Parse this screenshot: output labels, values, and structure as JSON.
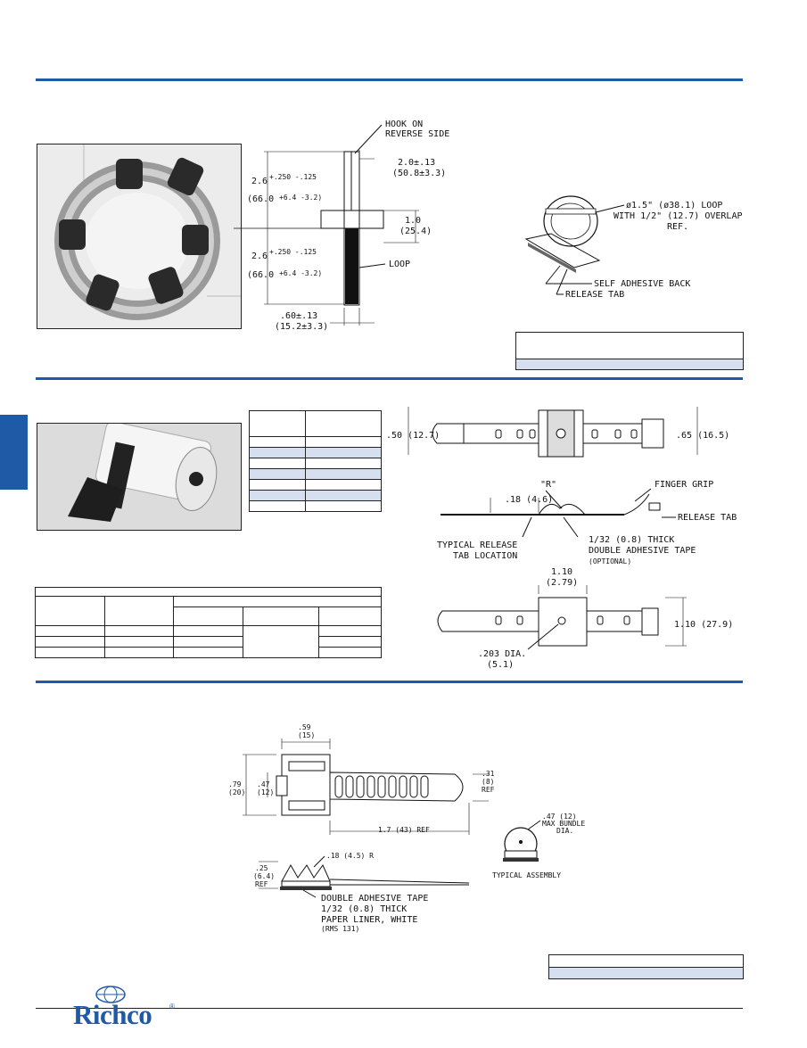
{
  "brand": {
    "name": "Richco",
    "reg_mark": "®",
    "color": "#1f5aa6"
  },
  "section1": {
    "callouts": {
      "hook_on": "HOOK ON",
      "reverse_side": "REVERSE SIDE",
      "width_top": "2.0±.13",
      "width_top_mm": "(50.8±3.3)",
      "len_upper": "2.6",
      "len_upper_tol": "+.250 -.125",
      "len_upper_mm": "(66.0",
      "len_upper_mm_tol": "+6.4 -3.2)",
      "len_lower": "2.6",
      "len_lower_tol": "+.250 -.125",
      "len_lower_mm": "(66.0",
      "len_lower_mm_tol": "+6.4 -3.2)",
      "center_h": "1.0",
      "center_h_mm": "(25.4)",
      "loop": "LOOP",
      "width_bottom": ".60±.13",
      "width_bottom_mm": "(15.2±3.3)",
      "loop_dia": "ø1.5\" (ø38.1) LOOP",
      "overlap": "WITH 1/2\" (12.7) OVERLAP",
      "ref": "REF.",
      "self_adhesive": "SELF ADHESIVE BACK",
      "release_tab": "RELEASE TAB"
    }
  },
  "section2": {
    "callouts": {
      "height_left": ".50 (12.7)",
      "height_right": ".65 (16.5)",
      "r_label": "\"R\"",
      "finger_grip": "FINGER GRIP",
      "offset": ".18 (4.6)",
      "release_tab": "RELEASE TAB",
      "typical_release": "TYPICAL RELEASE",
      "tab_location": "TAB LOCATION",
      "thick": "1/32 (0.8) THICK",
      "double_tape": "DOUBLE ADHESIVE TAPE",
      "optional": "(OPTIONAL)",
      "width_pad": "1.10",
      "width_pad_mm": "(2.79)",
      "height_pad": "1.10 (27.9)",
      "hole_dia": ".203 DIA.",
      "hole_dia_mm": "(5.1)"
    }
  },
  "section3": {
    "callouts": {
      "top_w": ".59",
      "top_w_mm": "(15)",
      "h_outer": ".79",
      "h_outer_mm": "(20)",
      "h_inner": ".47",
      "h_inner_mm": "(12)",
      "tail_h": ".31",
      "tail_h_mm": "(8)",
      "tail_ref": "REF",
      "len": "1.7 (43) REF",
      "max_bundle": ".47 (12)",
      "max_bundle_2": "MAX BUNDLE",
      "max_bundle_3": "DIA.",
      "typical_assembly": "TYPICAL ASSEMBLY",
      "radius": ".18 (4.5) R",
      "side_h": ".25",
      "side_h_mm": "(6.4)",
      "side_ref": "REF",
      "double_tape": "DOUBLE ADHESIVE TAPE",
      "thick": "1/32 (0.8) THICK",
      "liner": "PAPER LINER, WHITE",
      "rms": "(RMS 131)"
    }
  }
}
